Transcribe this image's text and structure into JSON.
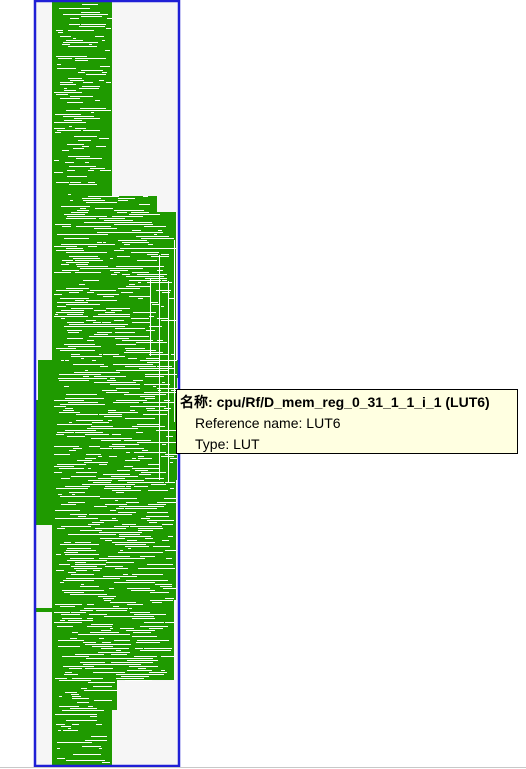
{
  "tooltip": {
    "title_prefix": "名称: ",
    "title_name": "cpu/Rf/D_mem_reg_0_31_1_1_i_1 (LUT6)",
    "reference_label": "Reference name: ",
    "reference_value": "LUT6",
    "type_label": "Type: ",
    "type_value": "LUT"
  },
  "colors": {
    "net_color": "#1f9a00",
    "border_color": "#1f1fd6",
    "background": "#f6f6f6",
    "tooltip_background": "#ffffe1"
  }
}
